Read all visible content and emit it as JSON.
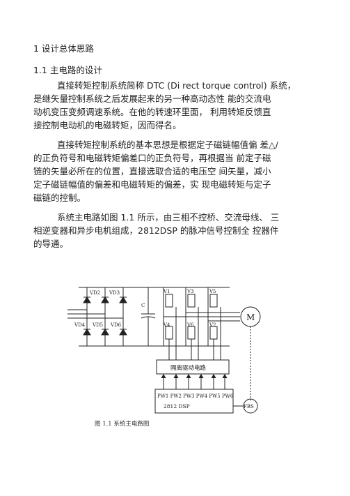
{
  "heading1": "1 设计总体思路",
  "heading2": "1.1 主电路的设计",
  "paragraphs": [
    {
      "lines": [
        "直接转矩控制系统简称 DTC (Di rect torque control) 系统，",
        "是继矢量控制系统之后发展起来的另一种高动态性 能的交流电",
        "动机变压变频调速系统。在他的转速环里面， 利用转矩反馈直",
        "接控制电动机的电磁转矩，因而得名。"
      ]
    },
    {
      "lines": [
        "直接转矩控制系统的基本思想是根据定子磁链幅值偏 差△/",
        "的正负符号和电磁转矩偏差口的正负符号，再根据当 前定子磁",
        "链的矢量必所在的位置，直接选取合适的电压空 间矢量，减小",
        "定子磁链幅值的偏差和电磁转矩的偏差，实 现电磁转矩与定子",
        "磁链的控制。"
      ]
    },
    {
      "lines": [
        "系统主电路如图 1.1 所示，由三相不控桥、交流母线、 三",
        "相逆变器和异步电机组成，2812DSP 的脉冲信号控制全 控器件",
        "的导通。"
      ]
    }
  ],
  "figure": {
    "diodes_top": [
      "VD2",
      "VD3"
    ],
    "diodes_bottom": [
      "VD4",
      "VD5",
      "VD6"
    ],
    "capacitor": "C",
    "switches_top": [
      "V1",
      "V3",
      "V5"
    ],
    "switches_bottom": [
      "V4",
      "V6",
      "V2"
    ],
    "motor": "M",
    "driver_box": "隔离驱动电路",
    "pwm_signals": "PW1 PW2 PW3 PW4 PW5 PW6",
    "dsp_label": "2812   DSP",
    "fbs_label": "FBS",
    "caption": "图 1.1 系统主电路图"
  }
}
